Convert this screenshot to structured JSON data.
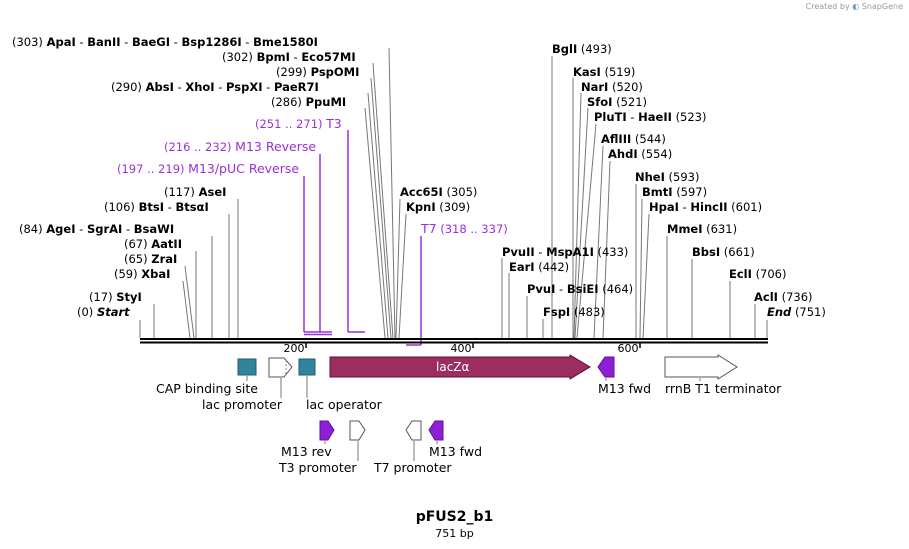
{
  "credit": {
    "created_by": "Created by",
    "brand": "SnapGene"
  },
  "title": "pFUS2_b1",
  "size": "751 bp",
  "sites": [
    {
      "pos": "(303)",
      "names": [
        "ApaI",
        "BanII",
        "BaeGI",
        "Bsp1286I",
        "Bme1580I"
      ]
    },
    {
      "pos": "(302)",
      "names": [
        "BpmI",
        "Eco57MI"
      ]
    },
    {
      "pos": "(299)",
      "names": [
        "PspOMI"
      ]
    },
    {
      "pos": "(290)",
      "names": [
        "AbsI",
        "XhoI",
        "PspXI",
        "PaeR7I"
      ]
    },
    {
      "pos": "(286)",
      "names": [
        "PpuMI"
      ]
    },
    {
      "pos": "(117)",
      "names": [
        "AseI"
      ]
    },
    {
      "pos": "(106)",
      "names": [
        "BtsI",
        "BtsαI"
      ]
    },
    {
      "pos": "(84)",
      "names": [
        "AgeI",
        "SgrAI",
        "BsaWI"
      ]
    },
    {
      "pos": "(67)",
      "names": [
        "AatII"
      ]
    },
    {
      "pos": "(65)",
      "names": [
        "ZraI"
      ]
    },
    {
      "pos": "(59)",
      "names": [
        "XbaI"
      ]
    },
    {
      "pos": "(17)",
      "names": [
        "StyI"
      ]
    },
    {
      "pos": "(0)",
      "names": [
        "Start"
      ]
    },
    {
      "pos": "(305)",
      "names": [
        "Acc65I"
      ]
    },
    {
      "pos": "(309)",
      "names": [
        "KpnI"
      ]
    },
    {
      "pos": "(493)",
      "names": [
        "BglI"
      ]
    },
    {
      "pos": "(519)",
      "names": [
        "KasI"
      ]
    },
    {
      "pos": "(520)",
      "names": [
        "NarI"
      ]
    },
    {
      "pos": "(521)",
      "names": [
        "SfoI"
      ]
    },
    {
      "pos": "(523)",
      "names": [
        "PluTI",
        "HaeII"
      ]
    },
    {
      "pos": "(544)",
      "names": [
        "AflIII"
      ]
    },
    {
      "pos": "(554)",
      "names": [
        "AhdI"
      ]
    },
    {
      "pos": "(593)",
      "names": [
        "NheI"
      ]
    },
    {
      "pos": "(597)",
      "names": [
        "BmtI"
      ]
    },
    {
      "pos": "(601)",
      "names": [
        "HpaI",
        "HincII"
      ]
    },
    {
      "pos": "(631)",
      "names": [
        "MmeI"
      ]
    },
    {
      "pos": "(661)",
      "names": [
        "BbsI"
      ]
    },
    {
      "pos": "(706)",
      "names": [
        "EclI"
      ]
    },
    {
      "pos": "(736)",
      "names": [
        "AclI"
      ]
    },
    {
      "pos": "(751)",
      "names": [
        "End"
      ]
    },
    {
      "pos": "(433)",
      "names": [
        "PvuII",
        "MspA1I"
      ]
    },
    {
      "pos": "(442)",
      "names": [
        "EarI"
      ]
    },
    {
      "pos": "(464)",
      "names": [
        "PvuI",
        "BsiEI"
      ]
    },
    {
      "pos": "(483)",
      "names": [
        "FspI"
      ]
    }
  ],
  "primers": [
    {
      "range": "(251 .. 271)",
      "name": "T3"
    },
    {
      "range": "(216 .. 232)",
      "name": "M13 Reverse"
    },
    {
      "range": "(197 .. 219)",
      "name": "M13/pUC Reverse"
    },
    {
      "range": "(318 .. 337)",
      "name": "T7"
    }
  ],
  "ticks": [
    "200",
    "400",
    "600"
  ],
  "features": {
    "cap": "CAP binding site",
    "lac_promoter": "lac promoter",
    "lac_operator": "lac operator",
    "lacz": "lacZα",
    "m13_fwd_top": "M13 fwd",
    "rrnb": "rrnB T1 terminator",
    "m13_rev": "M13 rev",
    "t3_promoter": "T3 promoter",
    "t7_promoter": "T7 promoter",
    "m13_fwd_bottom": "M13 fwd"
  },
  "colors": {
    "cap": "#31849b",
    "lacz": "#9c2d5f",
    "primer": "#9b30d9",
    "m13": "#8e1fd6",
    "backbone": "#000000"
  }
}
